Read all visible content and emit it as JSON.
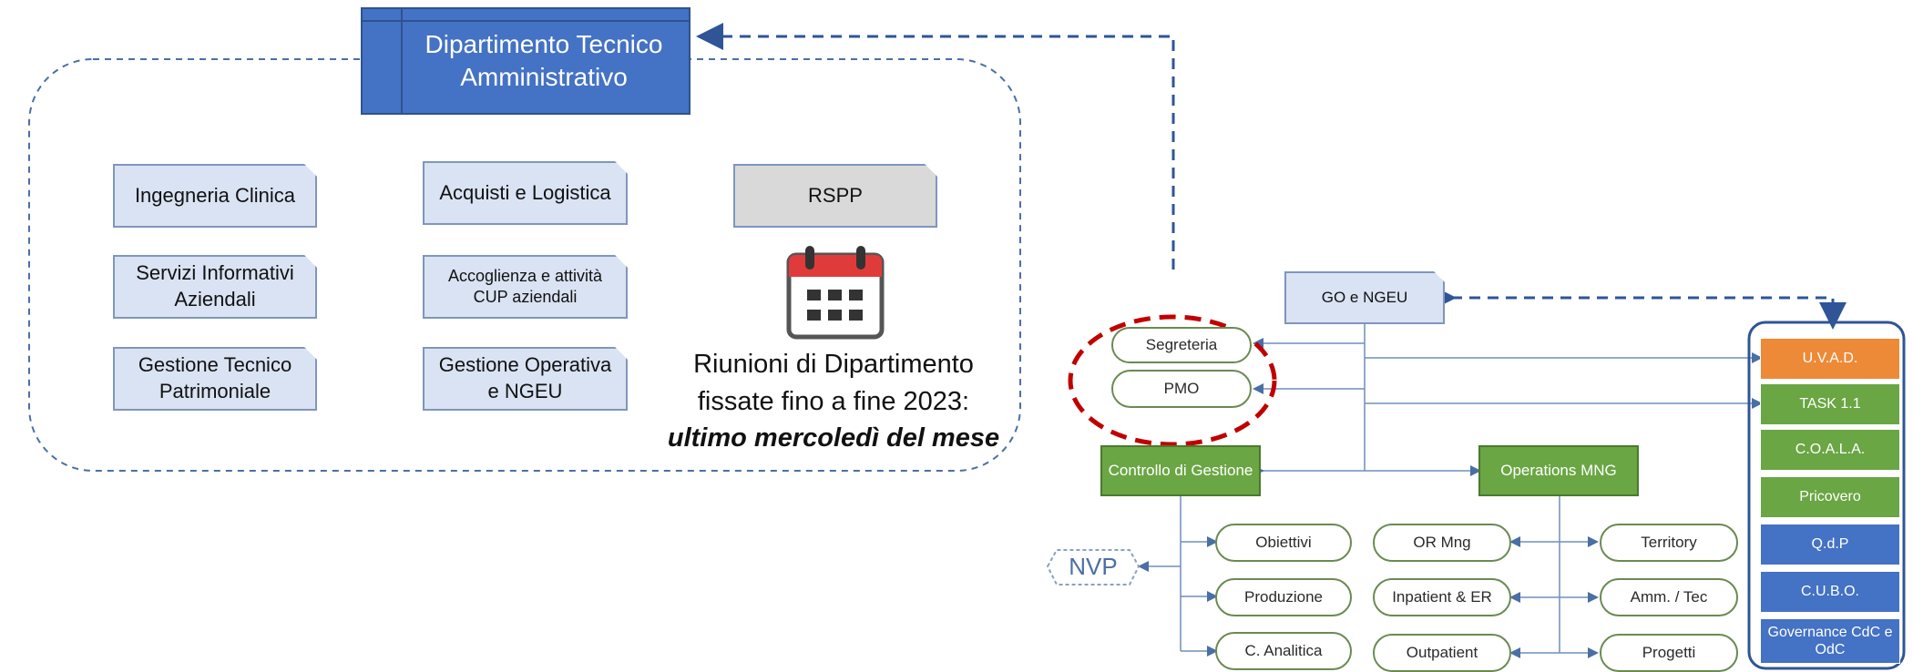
{
  "department": {
    "title": "Dipartimento Tecnico Amministrativo",
    "units": [
      "Ingegneria Clinica",
      "Acquisti e Logistica",
      "Servizi Informativi Aziendali",
      "Accoglienza e attività CUP aziendali",
      "Gestione Tecnico Patrimoniale",
      "Gestione Operativa e NGEU"
    ],
    "rspp": "RSPP",
    "meeting": {
      "line1": "Riunioni di Dipartimento",
      "line2": "fissate fino a fine 2023:",
      "line3": "ultimo mercoledì del mese"
    }
  },
  "org": {
    "go": "GO e NGEU",
    "segreteria": "Segreteria",
    "pmo": "PMO",
    "controllo": "Controllo di Gestione",
    "operations": "Operations MNG",
    "nvp": "NVP",
    "controllo_children": [
      "Obiettivi",
      "Produzione",
      "C. Analitica"
    ],
    "middle_children": [
      "OR Mng",
      "Inpatient & ER",
      "Outpatient"
    ],
    "operations_children": [
      "Territory",
      "Amm. / Tec",
      "Progetti"
    ],
    "side_items": [
      {
        "label": "U.V.A.D.",
        "color": "#ed8a37"
      },
      {
        "label": "TASK 1.1",
        "color": "#6aa644"
      },
      {
        "label": "C.O.A.L.A.",
        "color": "#6aa644"
      },
      {
        "label": "Pricovero",
        "color": "#6aa644"
      },
      {
        "label": "Q.d.P",
        "color": "#4472c4"
      },
      {
        "label": "C.U.B.O.",
        "color": "#4472c4"
      },
      {
        "label": "Governance CdC e OdC",
        "color": "#4472c4"
      }
    ]
  }
}
